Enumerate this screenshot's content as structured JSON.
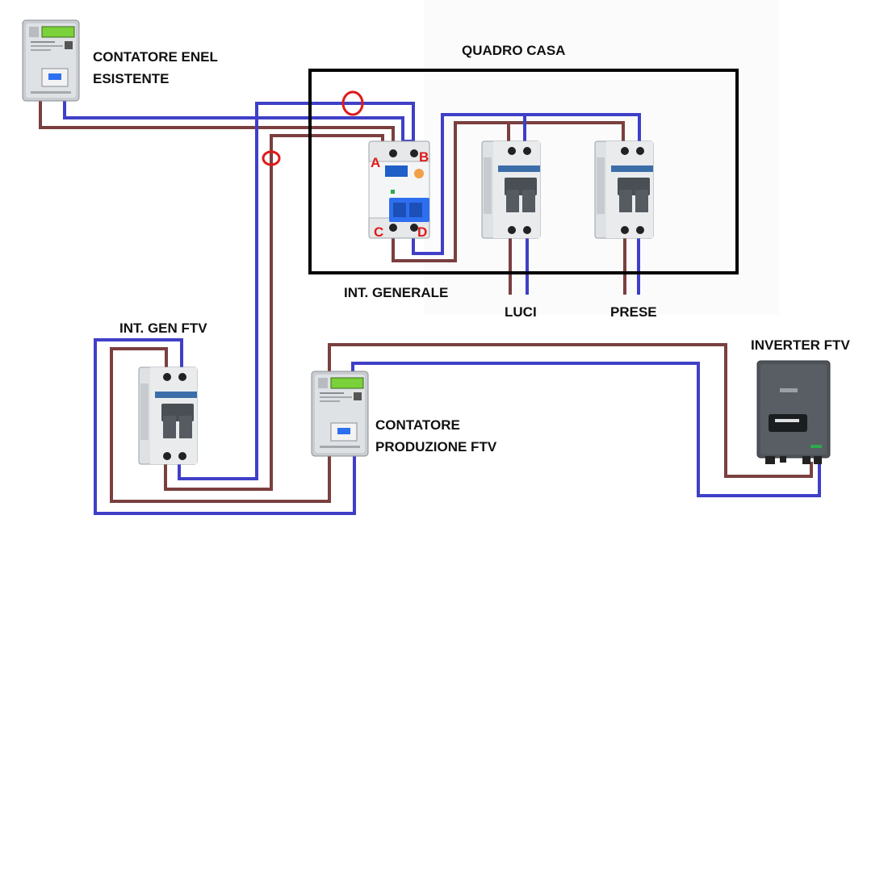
{
  "colors": {
    "phase_wire": "#7b3f3f",
    "neutral_wire": "#3f3fc8",
    "highlight_ring": "#e01a1a",
    "terminal_letter": "#e01a1a",
    "panel_outline": "#000000",
    "breaker_body": "#d9dde1",
    "breaker_toggle": "#4a4f55",
    "rcd_toggle": "#2e6ff0",
    "meter_display": "#7ad13a",
    "inverter_body": "#4d5358"
  },
  "labels": {
    "contatore_enel_line1": "CONTATORE ENEL",
    "contatore_enel_line2": "ESISTENTE",
    "quadro_casa": "QUADRO CASA",
    "int_generale": "INT. GENERALE",
    "luci": "LUCI",
    "prese": "PRESE",
    "int_gen_ftv": "INT. GEN FTV",
    "contatore_produzione_line1": "CONTATORE",
    "contatore_produzione_line2": "PRODUZIONE FTV",
    "inverter_ftv": "INVERTER FTV"
  },
  "terminals": {
    "a": "A",
    "b": "B",
    "c": "C",
    "d": "D"
  },
  "icons": {
    "energy_meter": "energy-meter-icon",
    "rcd_breaker": "rcd-breaker-icon",
    "mcb_breaker": "mcb-breaker-icon",
    "inverter": "inverter-icon",
    "ring_marker": "ring-marker-icon"
  }
}
